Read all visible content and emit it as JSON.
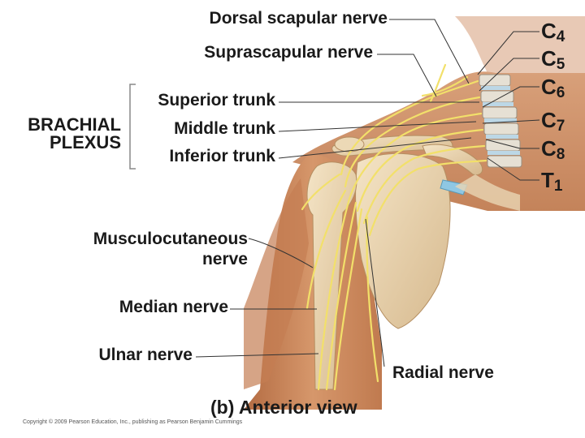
{
  "labels": {
    "dorsal_scapular": "Dorsal scapular nerve",
    "suprascapular": "Suprascapular nerve",
    "superior_trunk": "Superior trunk",
    "middle_trunk": "Middle trunk",
    "inferior_trunk": "Inferior trunk",
    "musculocutaneous_1": "Musculocutaneous",
    "musculocutaneous_2": "nerve",
    "median": "Median nerve",
    "ulnar": "Ulnar nerve",
    "radial": "Radial nerve"
  },
  "group_label": {
    "line1": "BRACHIAL",
    "line2": "PLEXUS"
  },
  "spinal_segments": [
    {
      "letter": "C",
      "number": "4"
    },
    {
      "letter": "C",
      "number": "5"
    },
    {
      "letter": "C",
      "number": "6"
    },
    {
      "letter": "C",
      "number": "7"
    },
    {
      "letter": "C",
      "number": "8"
    },
    {
      "letter": "T",
      "number": "1"
    }
  ],
  "caption": "(b) Anterior view",
  "copyright": "Copyright © 2009 Pearson Education, Inc., publishing as Pearson Benjamin Cummings",
  "colors": {
    "skin": "#c8845a",
    "skin_dark": "#a0603c",
    "bone": "#e9d6b4",
    "bone_shadow": "#c9aa7e",
    "nerve": "#f2e06a",
    "cartilage": "#9fd0e8",
    "leader": "#333333"
  }
}
